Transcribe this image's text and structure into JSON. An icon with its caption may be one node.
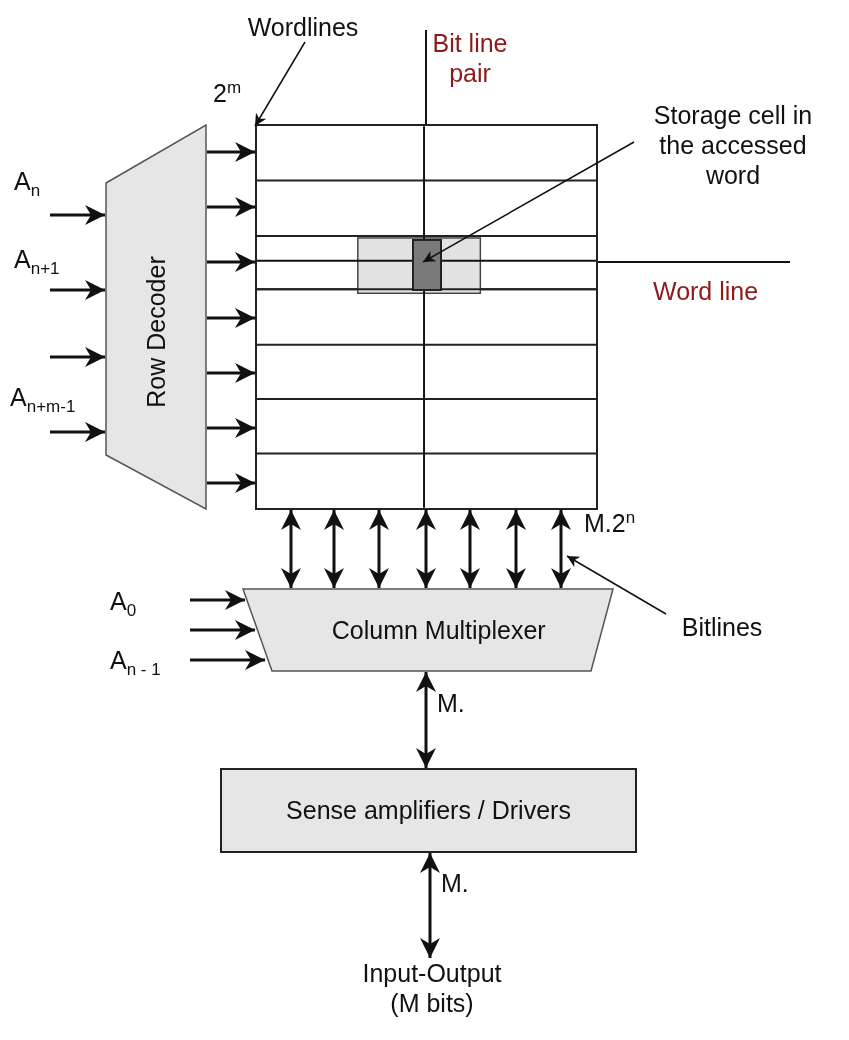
{
  "diagram": {
    "nodes": [
      {
        "text": [
          "Row Decoder"
        ]
      },
      {
        "text": [],
        "shape": "box"
      },
      {
        "text": [],
        "shape": "box",
        "in": 1
      },
      {
        "text": [
          "Storage cell in the accessed word"
        ]
      },
      {
        "text": [
          "Wordlines"
        ]
      },
      {
        "text": [
          "Column Multiplexer"
        ]
      },
      {
        "text": [
          "Bitlines"
        ]
      },
      {
        "text": [
          "Sense amplifiers / Drivers"
        ]
      },
      {
        "text": [
          "Input-Output (M bits)"
        ]
      }
    ],
    "edges": [
      {
        "from": null,
        "to": 0,
        "arrow": "to"
      },
      {
        "from": null,
        "to": 0,
        "arrow": "to"
      },
      {
        "from": null,
        "to": 0,
        "arrow": "to"
      },
      {
        "from": null,
        "to": 0,
        "arrow": "to"
      },
      {
        "from": 0,
        "to": 1,
        "arrow": "to"
      },
      {
        "from": 0,
        "to": 1,
        "arrow": "to"
      },
      {
        "from": 0,
        "to": 1,
        "arrow": "to"
      },
      {
        "from": 0,
        "to": 1,
        "arrow": "to"
      },
      {
        "from": 0,
        "to": 1,
        "arrow": "to"
      },
      {
        "from": 0,
        "to": 1,
        "arrow": "to"
      },
      {
        "from": 0,
        "to": 1,
        "arrow": "to"
      },
      {
        "from": 4,
        "to": 1,
        "arrow": "to"
      },
      {
        "from": 3,
        "to": 2,
        "arrow": "to"
      },
      {
        "from": 1,
        "to": 5,
        "arrow": "both"
      },
      {
        "from": 1,
        "to": 5,
        "arrow": "both"
      },
      {
        "from": 1,
        "to": 5,
        "arrow": "both"
      },
      {
        "from": 1,
        "to": 5,
        "arrow": "both"
      },
      {
        "from": 1,
        "to": 5,
        "arrow": "both"
      },
      {
        "from": 1,
        "to": 5,
        "arrow": "both"
      },
      {
        "from": 1,
        "to": 5,
        "arrow": "both"
      },
      {
        "from": 6,
        "to": null,
        "arrow": "to"
      },
      {
        "from": null,
        "to": 5,
        "arrow": "to"
      },
      {
        "from": null,
        "to": 5,
        "arrow": "to"
      },
      {
        "from": null,
        "to": 5,
        "arrow": "to"
      },
      {
        "from": 5,
        "to": 7,
        "arrow": "both",
        "label": "M."
      },
      {
        "from": 7,
        "to": 8,
        "arrow": "both",
        "label": "M."
      }
    ],
    "labels": [
      "2$^{m}$",
      "Bit line pair",
      "A$_{n}$",
      "A$_{n+1}$",
      "Word line",
      "A$_{n+m-1}$",
      "M.2$^{n}$",
      "A$_{0}$",
      "A$_{n - 1}$"
    ]
  }
}
